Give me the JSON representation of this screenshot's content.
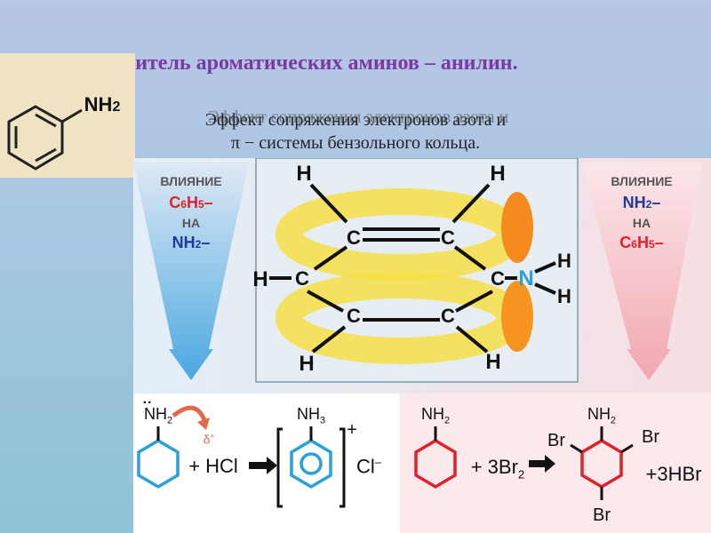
{
  "title": "Представитель ароматических аминов – анилин.",
  "structure_box": {
    "group": "NH",
    "sub": "2"
  },
  "subtitle": {
    "line1": "Эффект сопряжения электронов азота и",
    "line2": "π − системы бензольного кольца."
  },
  "left_arrow": {
    "l1": "ВЛИЯНИЕ",
    "l2a": "C",
    "l2b": "6",
    "l2c": "H",
    "l2d": "5",
    "l2e": "–",
    "l3": "НА",
    "l4a": "NH",
    "l4b": "2",
    "l4c": "–"
  },
  "right_arrow": {
    "l1": "ВЛИЯНИЕ",
    "l2a": "NH",
    "l2b": "2",
    "l2c": "–",
    "l3": "НА",
    "l4a": "C",
    "l4b": "6",
    "l4c": "H",
    "l4d": "5",
    "l4e": "–"
  },
  "molecule": {
    "h": "H",
    "c": "C",
    "n": "N"
  },
  "reaction1": {
    "reactant_nh": "NH",
    "reactant_sub": "2",
    "delta": "δ",
    "delta_sup": "+",
    "plus_hcl": "+ HCl",
    "product_nh": "NH",
    "product_sub": "3",
    "plus_charge": "+",
    "cl": "Cl",
    "cl_charge": "–"
  },
  "reaction2": {
    "reactant_nh": "NH",
    "reactant_sub": "2",
    "plus_br": "+ 3Br",
    "br_sub": "2",
    "product_nh": "NH",
    "product_sub": "2",
    "br": "Br",
    "plus_hbr": "+3HBr"
  }
}
